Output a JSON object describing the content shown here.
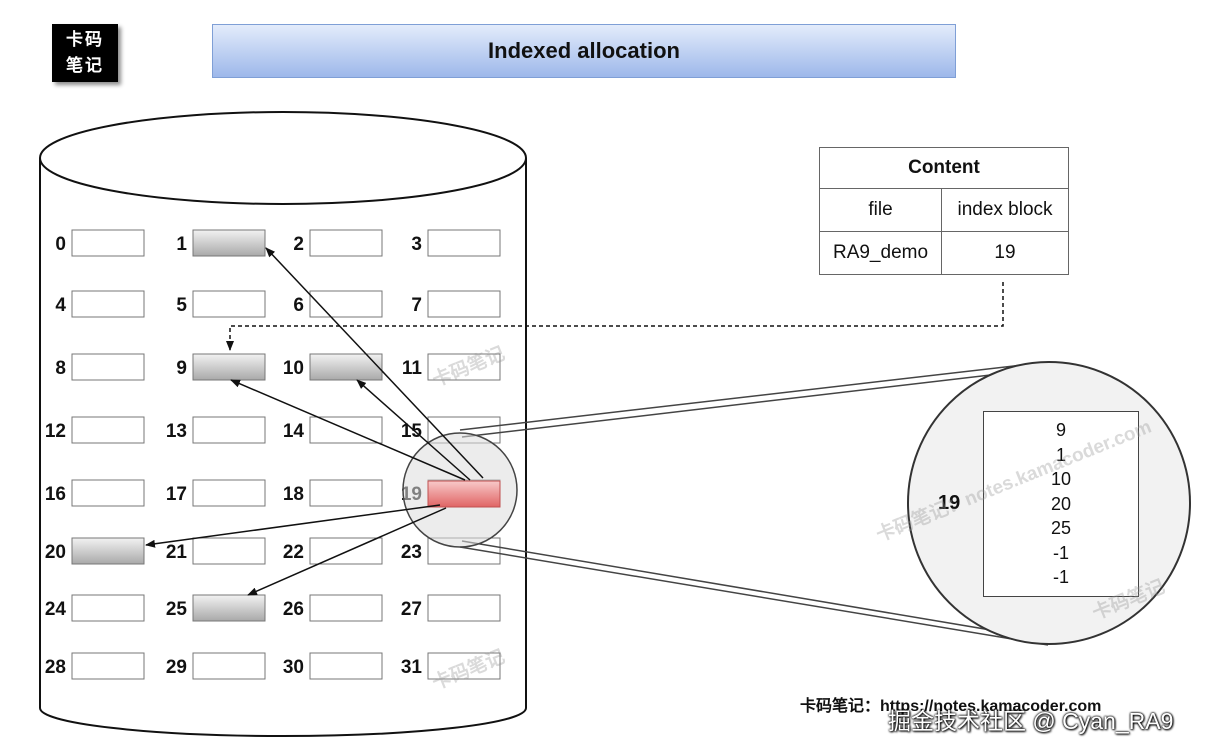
{
  "logo": {
    "line1": "卡码",
    "line2": "笔记"
  },
  "title": "Indexed allocation",
  "blocks": [
    {
      "n": "0",
      "state": "free"
    },
    {
      "n": "1",
      "state": "used"
    },
    {
      "n": "2",
      "state": "free"
    },
    {
      "n": "3",
      "state": "free"
    },
    {
      "n": "4",
      "state": "free"
    },
    {
      "n": "5",
      "state": "free"
    },
    {
      "n": "6",
      "state": "free"
    },
    {
      "n": "7",
      "state": "free"
    },
    {
      "n": "8",
      "state": "free"
    },
    {
      "n": "9",
      "state": "used"
    },
    {
      "n": "10",
      "state": "used"
    },
    {
      "n": "11",
      "state": "free"
    },
    {
      "n": "12",
      "state": "free"
    },
    {
      "n": "13",
      "state": "free"
    },
    {
      "n": "14",
      "state": "free"
    },
    {
      "n": "15",
      "state": "free"
    },
    {
      "n": "16",
      "state": "free"
    },
    {
      "n": "17",
      "state": "free"
    },
    {
      "n": "18",
      "state": "free"
    },
    {
      "n": "19",
      "state": "index"
    },
    {
      "n": "20",
      "state": "used"
    },
    {
      "n": "21",
      "state": "free"
    },
    {
      "n": "22",
      "state": "free"
    },
    {
      "n": "23",
      "state": "free"
    },
    {
      "n": "24",
      "state": "free"
    },
    {
      "n": "25",
      "state": "used"
    },
    {
      "n": "26",
      "state": "free"
    },
    {
      "n": "27",
      "state": "free"
    },
    {
      "n": "28",
      "state": "free"
    },
    {
      "n": "29",
      "state": "free"
    },
    {
      "n": "30",
      "state": "free"
    },
    {
      "n": "31",
      "state": "free"
    }
  ],
  "pointers": [
    1,
    9,
    10,
    20,
    25
  ],
  "colors": {
    "used": "#c9c9c9",
    "index": "#ec8a8a",
    "free": "#ffffff",
    "title_bar": "#9db8ea"
  },
  "table": {
    "header": "Content",
    "col_file": "file",
    "col_index": "index block",
    "row_file": "RA9_demo",
    "row_index": "19"
  },
  "zoom": {
    "label": "19",
    "entries": [
      "9",
      "1",
      "10",
      "20",
      "25",
      "-1",
      "-1"
    ]
  },
  "watermarks": {
    "brand": "卡码笔记",
    "site": "卡码笔记：notes.kamacoder.com"
  },
  "footer": "卡码笔记：https://notes.kamacoder.com",
  "credit": "掘金技术社区 @ Cyan_RA9"
}
